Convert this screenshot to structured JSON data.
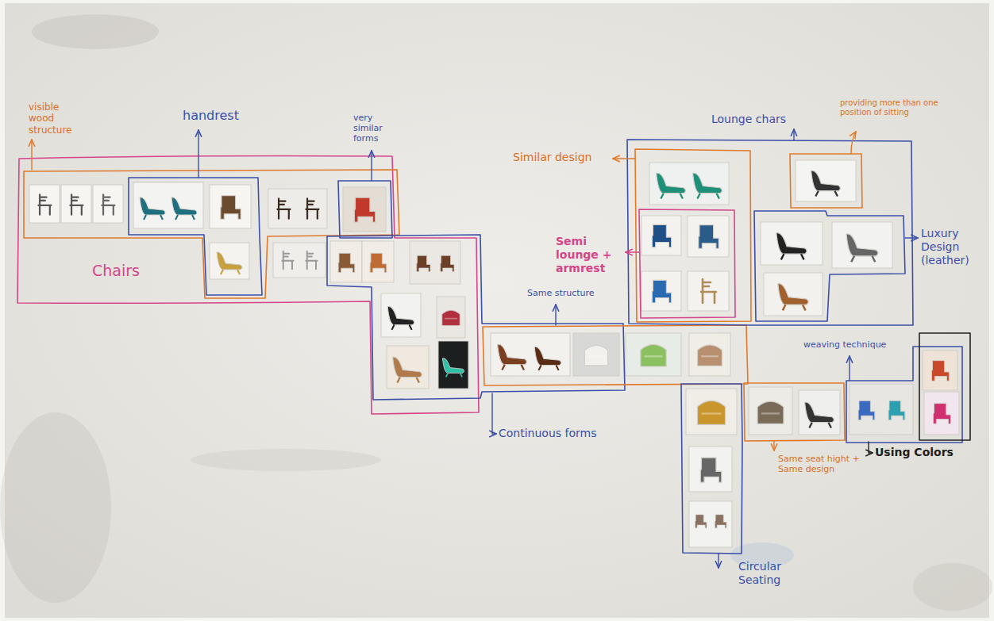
{
  "diagram": {
    "labels": [
      "visible wood structure",
      "handrest",
      "very similar forms",
      "Chairs",
      "Similar design",
      "Lounge chars",
      "providing more than one position of sitting",
      "Semi lounge + armrest",
      "Luxury Design (leather)",
      "Same structure",
      "Continuous forms",
      "weaving technique",
      "Same seat hight + Same design",
      "Using Colors",
      "Circular Seating"
    ]
  }
}
